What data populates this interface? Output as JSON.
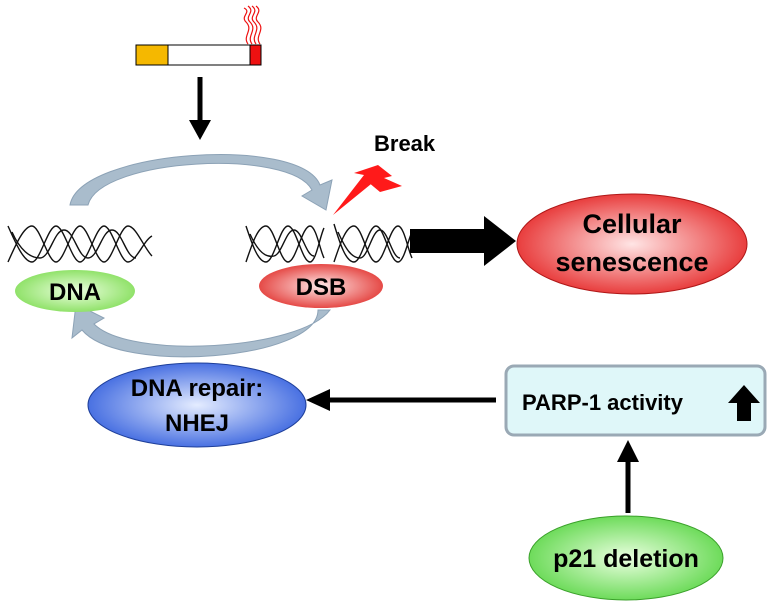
{
  "labels": {
    "break": "Break",
    "dna": "DNA",
    "dsb": "DSB",
    "cellular_senescence_line1": "Cellular",
    "cellular_senescence_line2": "senescence",
    "dna_repair_line1": "DNA repair:",
    "dna_repair_line2": "NHEJ",
    "parp_activity": "PARP-1 activity",
    "p21_deletion": "p21 deletion"
  },
  "icons": {
    "cigarette": "cigarette-icon",
    "lightning": "lightning-bolt-icon",
    "up_arrow": "up-arrow-icon"
  },
  "colors": {
    "dna_oval": "#84e05a",
    "dsb_oval": "#e8322e",
    "senescence_oval": "#e82020",
    "repair_oval": "#2f5fe0",
    "parp_box_fill": "#dff7f9",
    "parp_box_border": "#9aa9b5",
    "p21_oval": "#5ed94a",
    "lightning": "#ff1a1a",
    "curved_arrow": "#a9bccc",
    "cigarette_filter": "#f5b800",
    "cigarette_tip": "#ee1111"
  }
}
